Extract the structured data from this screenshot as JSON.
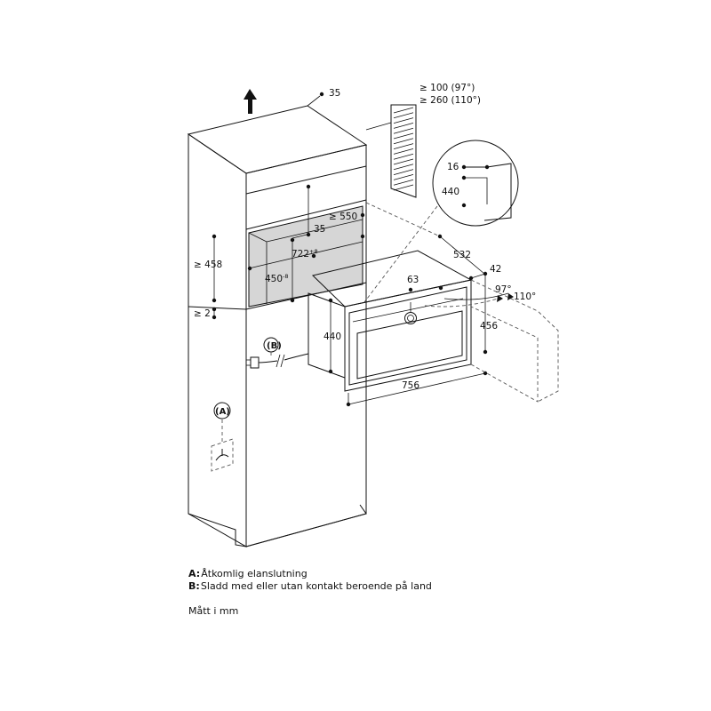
{
  "labels": {
    "arrow_up_35": "35",
    "vent_97": "≥ 100 (97°)",
    "vent_110": "≥ 260 (110°)",
    "detail_16": "16",
    "detail_440": "440",
    "gap_550": "≥ 550",
    "gap_35": "35",
    "width_722": "722",
    "width_722_tol": "+8",
    "height_450": "450",
    "height_450_tol": "-8",
    "depth_532": "532",
    "dim_42": "42",
    "dim_63": "63",
    "angle_97": "97°",
    "angle_110": "110°",
    "height_458": "≥ 458",
    "gap_2": "≥ 2",
    "height_440": "440",
    "height_456": "456",
    "width_756": "756",
    "callout_a": "(A)",
    "callout_b": "(B)"
  },
  "legend": {
    "a_key": "A:",
    "a_text": "Åtkomlig elanslutning",
    "b_key": "B",
    "b_text": "Sladd med eller utan kontakt beroende på land"
  },
  "units": "Mått i mm"
}
